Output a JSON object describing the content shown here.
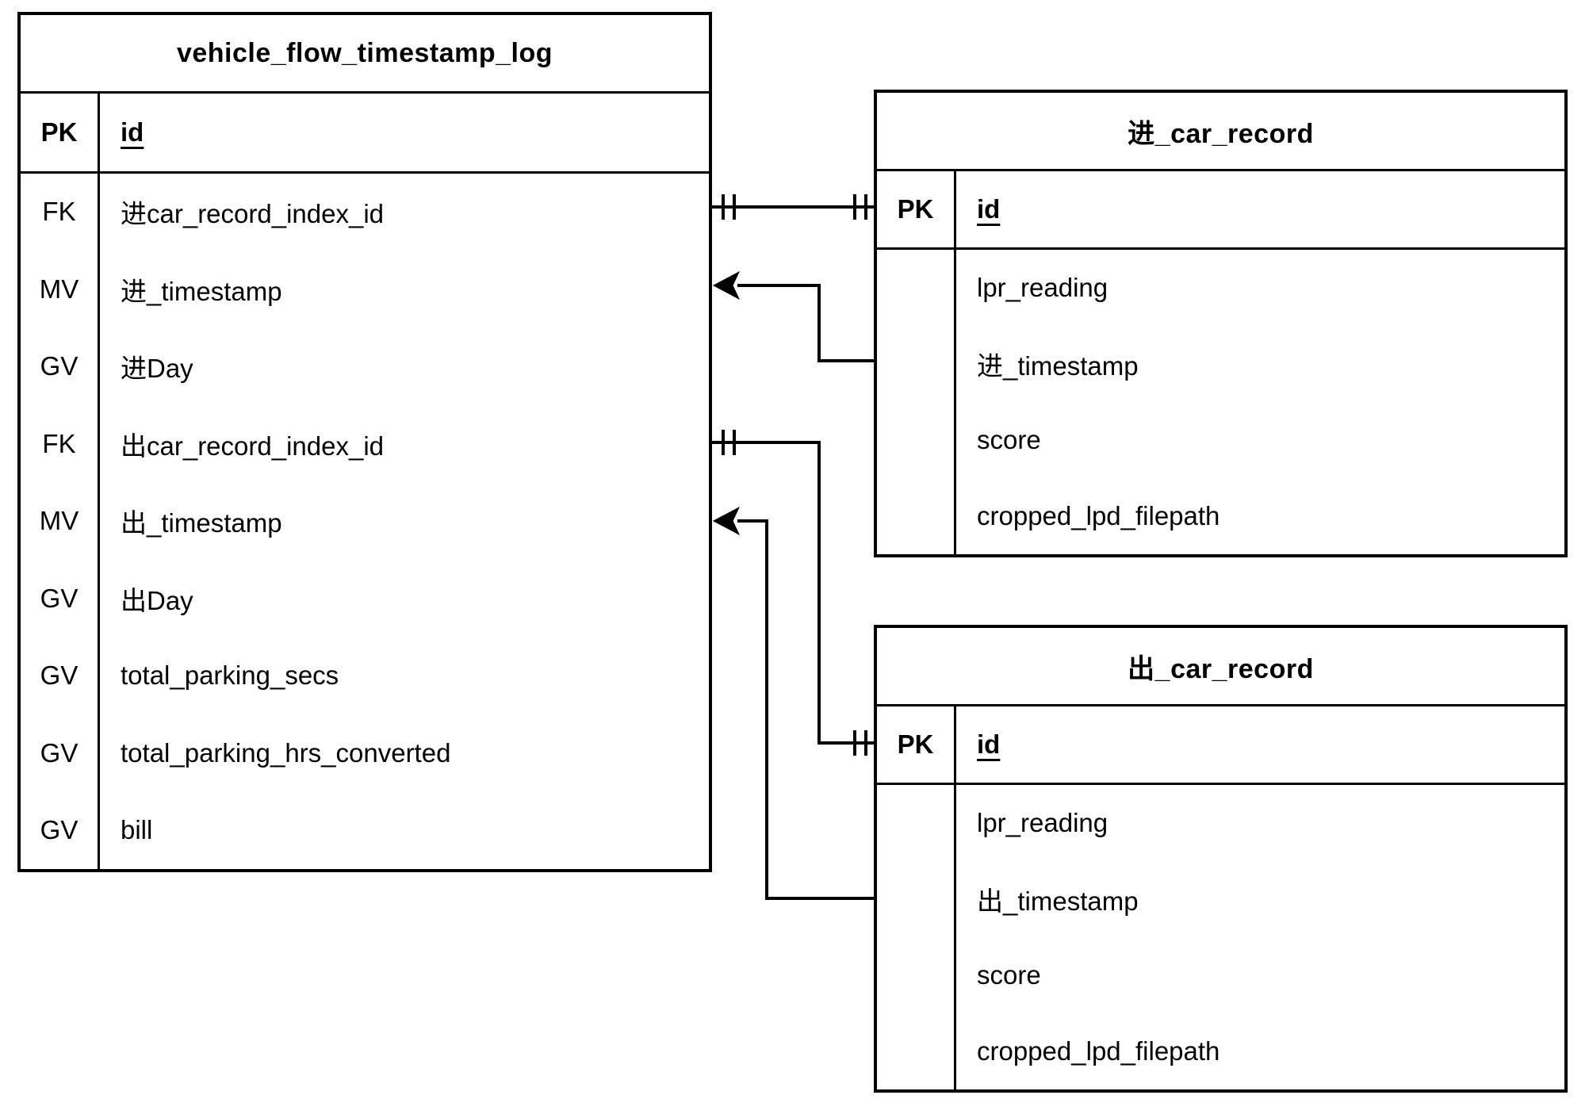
{
  "canvas": {
    "background_color": "#ffffff",
    "line_color": "#000000",
    "text_color": "#000000"
  },
  "diagram": {
    "type": "entity-relationship",
    "tables": [
      {
        "title": "vehicle_flow_timestamp_log",
        "rows": [
          {
            "key": "PK",
            "name": "id",
            "primary": true
          },
          {
            "key": "FK",
            "name": "进car_record_index_id"
          },
          {
            "key": "MV",
            "name": "进_timestamp"
          },
          {
            "key": "GV",
            "name": "进Day"
          },
          {
            "key": "FK",
            "name": "出car_record_index_id"
          },
          {
            "key": "MV",
            "name": "出_timestamp"
          },
          {
            "key": "GV",
            "name": "出Day"
          },
          {
            "key": "GV",
            "name": "total_parking_secs"
          },
          {
            "key": "GV",
            "name": "total_parking_hrs_converted"
          },
          {
            "key": "GV",
            "name": "bill"
          }
        ]
      },
      {
        "title": "进_car_record",
        "rows": [
          {
            "key": "PK",
            "name": "id",
            "primary": true
          },
          {
            "key": "",
            "name": "lpr_reading"
          },
          {
            "key": "",
            "name": "进_timestamp"
          },
          {
            "key": "",
            "name": "score"
          },
          {
            "key": "",
            "name": "cropped_lpd_filepath"
          }
        ]
      },
      {
        "title": "出_car_record",
        "rows": [
          {
            "key": "PK",
            "name": "id",
            "primary": true
          },
          {
            "key": "",
            "name": "lpr_reading"
          },
          {
            "key": "",
            "name": "出_timestamp"
          },
          {
            "key": "",
            "name": "score"
          },
          {
            "key": "",
            "name": "cropped_lpd_filepath"
          }
        ]
      }
    ],
    "relationships": [
      {
        "from": "vehicle_flow_timestamp_log.进car_record_index_id",
        "to": "进_car_record.id",
        "cardinality": "one-and-only-one to one-and-only-one",
        "notation": "double-tick both ends"
      },
      {
        "from": "进_car_record.进_timestamp",
        "to": "vehicle_flow_timestamp_log.进_timestamp",
        "cardinality": "directed",
        "notation": "filled arrow pointing at vehicle_flow_timestamp_log"
      },
      {
        "from": "vehicle_flow_timestamp_log.出car_record_index_id",
        "to": "出_car_record.id",
        "cardinality": "one-and-only-one to one-and-only-one",
        "notation": "double-tick both ends"
      },
      {
        "from": "出_car_record.出_timestamp",
        "to": "vehicle_flow_timestamp_log.出_timestamp",
        "cardinality": "directed",
        "notation": "filled arrow pointing at vehicle_flow_timestamp_log"
      }
    ]
  }
}
